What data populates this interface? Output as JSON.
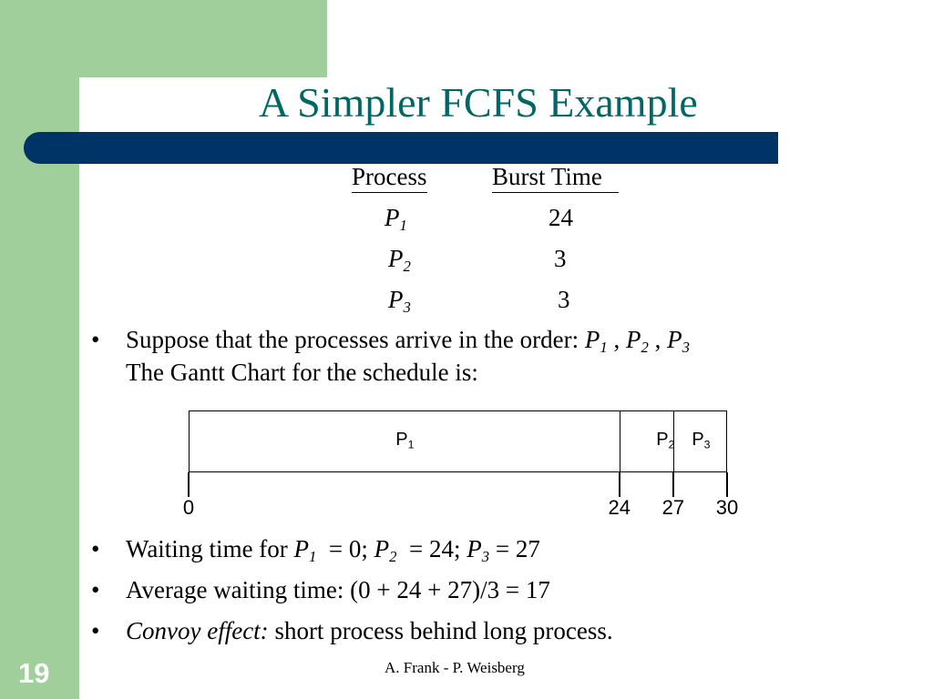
{
  "slide": {
    "title": "A Simpler FCFS Example",
    "number": "19",
    "footer": "A. Frank - P. Weisberg",
    "colors": {
      "green": "#a1cf9c",
      "bar": "#003366",
      "title": "#006666"
    }
  },
  "table": {
    "headers": [
      "Process",
      "Burst Time"
    ],
    "rows": [
      {
        "process": "P",
        "sub": "1",
        "burst": "24"
      },
      {
        "process": "P",
        "sub": "2",
        "burst": "3"
      },
      {
        "process": "P",
        "sub": "3",
        "burst": "3"
      }
    ]
  },
  "bullets": {
    "b1_line1_prefix": "Suppose that the processes arrive in the order: ",
    "b1_line2": "The Gantt Chart for the schedule is:",
    "b2_prefix": "Waiting time for ",
    "b2_p1_val": "= 0;",
    "b2_p2_val": "= 24;",
    "b2_p3_val": "= 27",
    "b3": "Average waiting time:  (0 + 24 + 27)/3 = 17",
    "b4_italic": "Convoy effect:",
    "b4_rest": " short process behind long process."
  },
  "chart_data": {
    "type": "gantt",
    "segments": [
      {
        "label": "P",
        "sub": "1",
        "start": 0,
        "end": 24
      },
      {
        "label": "P",
        "sub": "2",
        "start": 24,
        "end": 27
      },
      {
        "label": "P",
        "sub": "3",
        "start": 27,
        "end": 30
      }
    ],
    "ticks": [
      "0",
      "24",
      "27",
      "30"
    ],
    "range": [
      0,
      30
    ]
  }
}
